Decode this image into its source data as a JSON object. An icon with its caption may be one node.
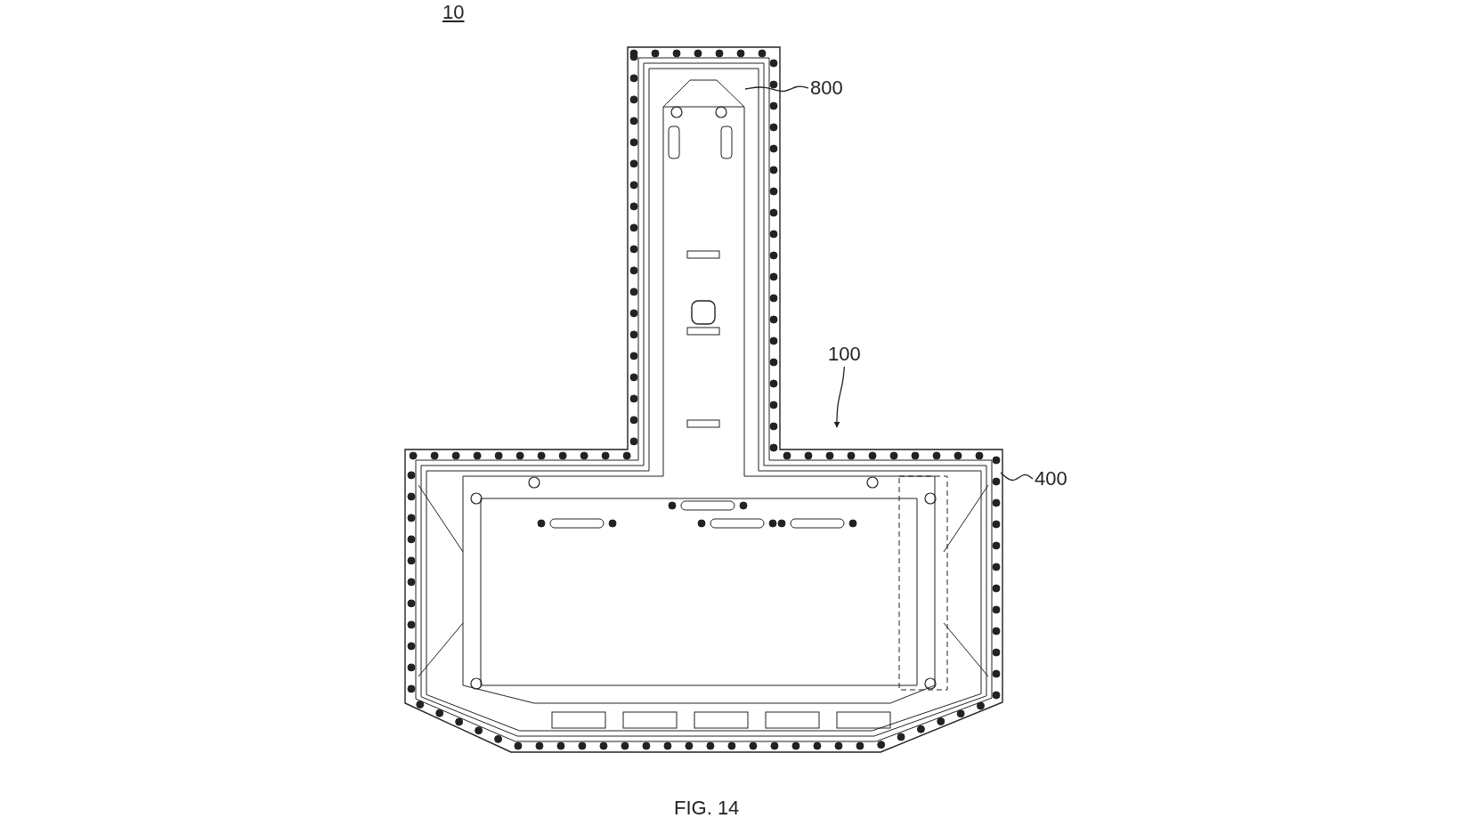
{
  "diagram": {
    "nodes": [
      {
        "text": [
          "800"
        ]
      },
      {
        "text": [
          "100"
        ]
      },
      {
        "text": [
          "400"
        ]
      }
    ],
    "edges": [
      {
        "from": 0,
        "to": null,
        "arrow": "none"
      },
      {
        "from": 1,
        "to": null,
        "arrow": "to"
      },
      {
        "from": 2,
        "to": null,
        "arrow": "none"
      }
    ],
    "labels": [
      "10",
      "FIG. 14"
    ]
  }
}
